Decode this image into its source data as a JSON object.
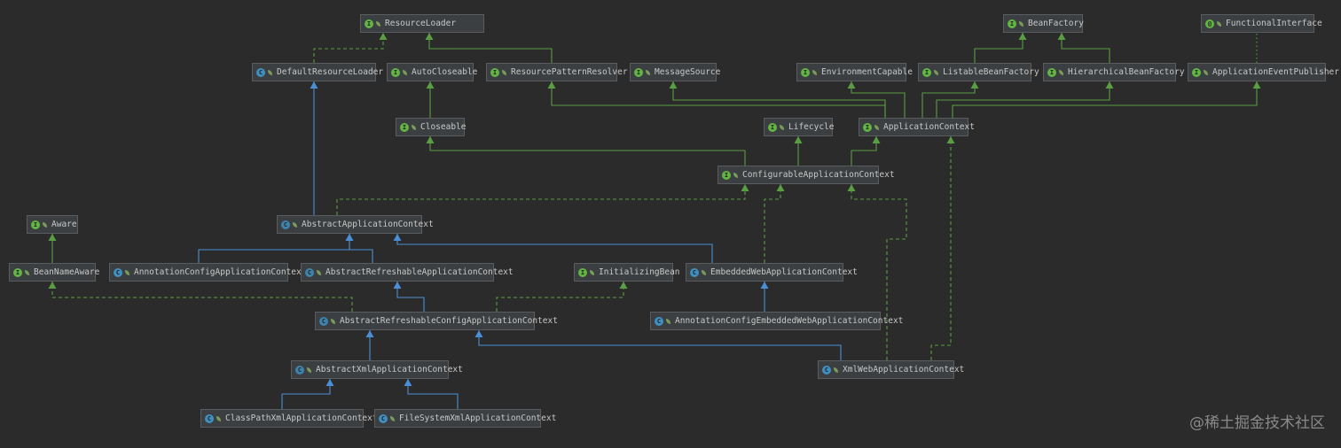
{
  "colors": {
    "implements": "#5a9e43",
    "extends": "#4a8fd6",
    "background": "#2b2b2b"
  },
  "nodes": [
    {
      "id": "ResourceLoader",
      "label": "ResourceLoader",
      "kind": "interface"
    },
    {
      "id": "BeanFactory",
      "label": "BeanFactory",
      "kind": "interface"
    },
    {
      "id": "FunctionalInterface",
      "label": "FunctionalInterface",
      "kind": "annotation"
    },
    {
      "id": "DefaultResourceLoader",
      "label": "DefaultResourceLoader",
      "kind": "class"
    },
    {
      "id": "AutoCloseable",
      "label": "AutoCloseable",
      "kind": "interface"
    },
    {
      "id": "ResourcePatternResolver",
      "label": "ResourcePatternResolver",
      "kind": "interface"
    },
    {
      "id": "MessageSource",
      "label": "MessageSource",
      "kind": "interface"
    },
    {
      "id": "EnvironmentCapable",
      "label": "EnvironmentCapable",
      "kind": "interface"
    },
    {
      "id": "ListableBeanFactory",
      "label": "ListableBeanFactory",
      "kind": "interface"
    },
    {
      "id": "HierarchicalBeanFactory",
      "label": "HierarchicalBeanFactory",
      "kind": "interface"
    },
    {
      "id": "ApplicationEventPublisher",
      "label": "ApplicationEventPublisher",
      "kind": "interface"
    },
    {
      "id": "Closeable",
      "label": "Closeable",
      "kind": "interface"
    },
    {
      "id": "Lifecycle",
      "label": "Lifecycle",
      "kind": "interface"
    },
    {
      "id": "ApplicationContext",
      "label": "ApplicationContext",
      "kind": "interface"
    },
    {
      "id": "ConfigurableApplicationContext",
      "label": "ConfigurableApplicationContext",
      "kind": "interface"
    },
    {
      "id": "Aware",
      "label": "Aware",
      "kind": "interface"
    },
    {
      "id": "AbstractApplicationContext",
      "label": "AbstractApplicationContext",
      "kind": "abstract"
    },
    {
      "id": "BeanNameAware",
      "label": "BeanNameAware",
      "kind": "interface"
    },
    {
      "id": "AnnotationConfigApplicationContext",
      "label": "AnnotationConfigApplicationContext",
      "kind": "class"
    },
    {
      "id": "AbstractRefreshableApplicationContext",
      "label": "AbstractRefreshableApplicationContext",
      "kind": "abstract"
    },
    {
      "id": "InitializingBean",
      "label": "InitializingBean",
      "kind": "interface"
    },
    {
      "id": "EmbeddedWebApplicationContext",
      "label": "EmbeddedWebApplicationContext",
      "kind": "class"
    },
    {
      "id": "AbstractRefreshableConfigApplicationContext",
      "label": "AbstractRefreshableConfigApplicationContext",
      "kind": "abstract"
    },
    {
      "id": "AnnotationConfigEmbeddedWebApplicationContext",
      "label": "AnnotationConfigEmbeddedWebApplicationContext",
      "kind": "class"
    },
    {
      "id": "AbstractXmlApplicationContext",
      "label": "AbstractXmlApplicationContext",
      "kind": "abstract"
    },
    {
      "id": "XmlWebApplicationContext",
      "label": "XmlWebApplicationContext",
      "kind": "class"
    },
    {
      "id": "ClassPathXmlApplicationContext",
      "label": "ClassPathXmlApplicationContext",
      "kind": "class"
    },
    {
      "id": "FileSystemXmlApplicationContext",
      "label": "FileSystemXmlApplicationContext",
      "kind": "class"
    }
  ],
  "edges": [
    {
      "from": "DefaultResourceLoader",
      "to": "ResourceLoader",
      "type": "implements"
    },
    {
      "from": "ResourcePatternResolver",
      "to": "ResourceLoader",
      "type": "extends-interface"
    },
    {
      "from": "ListableBeanFactory",
      "to": "BeanFactory",
      "type": "extends-interface"
    },
    {
      "from": "HierarchicalBeanFactory",
      "to": "BeanFactory",
      "type": "extends-interface"
    },
    {
      "from": "ApplicationEventPublisher",
      "to": "FunctionalInterface",
      "type": "annotated"
    },
    {
      "from": "Closeable",
      "to": "AutoCloseable",
      "type": "extends-interface"
    },
    {
      "from": "ApplicationContext",
      "to": "ResourcePatternResolver",
      "type": "extends-interface"
    },
    {
      "from": "ApplicationContext",
      "to": "MessageSource",
      "type": "extends-interface"
    },
    {
      "from": "ApplicationContext",
      "to": "EnvironmentCapable",
      "type": "extends-interface"
    },
    {
      "from": "ApplicationContext",
      "to": "ListableBeanFactory",
      "type": "extends-interface"
    },
    {
      "from": "ApplicationContext",
      "to": "HierarchicalBeanFactory",
      "type": "extends-interface"
    },
    {
      "from": "ApplicationContext",
      "to": "ApplicationEventPublisher",
      "type": "extends-interface"
    },
    {
      "from": "ConfigurableApplicationContext",
      "to": "Closeable",
      "type": "extends-interface"
    },
    {
      "from": "ConfigurableApplicationContext",
      "to": "Lifecycle",
      "type": "extends-interface"
    },
    {
      "from": "ConfigurableApplicationContext",
      "to": "ApplicationContext",
      "type": "extends-interface"
    },
    {
      "from": "AbstractApplicationContext",
      "to": "DefaultResourceLoader",
      "type": "extends"
    },
    {
      "from": "AbstractApplicationContext",
      "to": "ConfigurableApplicationContext",
      "type": "implements"
    },
    {
      "from": "BeanNameAware",
      "to": "Aware",
      "type": "extends-interface"
    },
    {
      "from": "AnnotationConfigApplicationContext",
      "to": "AbstractApplicationContext",
      "type": "extends"
    },
    {
      "from": "AbstractRefreshableApplicationContext",
      "to": "AbstractApplicationContext",
      "type": "extends"
    },
    {
      "from": "EmbeddedWebApplicationContext",
      "to": "AbstractApplicationContext",
      "type": "extends"
    },
    {
      "from": "EmbeddedWebApplicationContext",
      "to": "ConfigurableApplicationContext",
      "type": "implements"
    },
    {
      "from": "AbstractRefreshableConfigApplicationContext",
      "to": "AbstractRefreshableApplicationContext",
      "type": "extends"
    },
    {
      "from": "AbstractRefreshableConfigApplicationContext",
      "to": "BeanNameAware",
      "type": "implements"
    },
    {
      "from": "AbstractRefreshableConfigApplicationContext",
      "to": "InitializingBean",
      "type": "implements"
    },
    {
      "from": "AnnotationConfigEmbeddedWebApplicationContext",
      "to": "EmbeddedWebApplicationContext",
      "type": "extends"
    },
    {
      "from": "AbstractXmlApplicationContext",
      "to": "AbstractRefreshableConfigApplicationContext",
      "type": "extends"
    },
    {
      "from": "XmlWebApplicationContext",
      "to": "AbstractRefreshableConfigApplicationContext",
      "type": "extends"
    },
    {
      "from": "XmlWebApplicationContext",
      "to": "ConfigurableApplicationContext",
      "type": "implements"
    },
    {
      "from": "XmlWebApplicationContext",
      "to": "ApplicationContext",
      "type": "implements"
    },
    {
      "from": "ClassPathXmlApplicationContext",
      "to": "AbstractXmlApplicationContext",
      "type": "extends"
    },
    {
      "from": "FileSystemXmlApplicationContext",
      "to": "AbstractXmlApplicationContext",
      "type": "extends"
    }
  ],
  "watermark": "@稀土掘金技术社区"
}
